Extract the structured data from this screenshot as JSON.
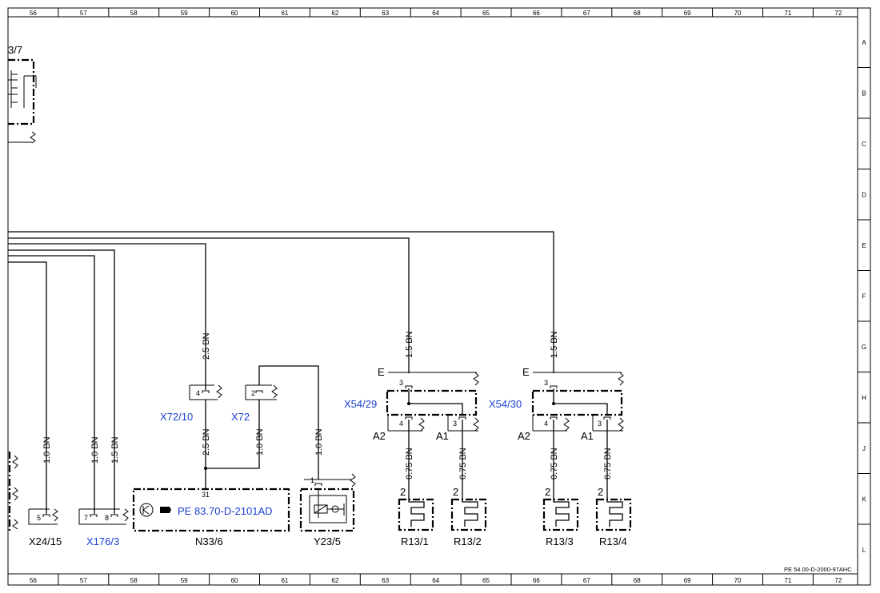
{
  "sheet_id": "PE 54.00-D-2000-97AHC",
  "columns": [
    "56",
    "57",
    "58",
    "59",
    "60",
    "61",
    "62",
    "63",
    "64",
    "65",
    "66",
    "67",
    "68",
    "69",
    "70",
    "71",
    "72"
  ],
  "rows": [
    "A",
    "B",
    "C",
    "D",
    "E",
    "F",
    "G",
    "H",
    "J",
    "K",
    "L"
  ],
  "top_left_ref": "3/7",
  "wire_labels": {
    "w_x72_10_top": "2.5 BN",
    "w_x72_10_bot": "2.5 BN",
    "w_x72_bot": "1.0 BN",
    "w_y23": "1.0 BN",
    "w_x24": "1.0 BN",
    "w_x176_7": "1.0 BN",
    "w_x176_8": "1.5 BN",
    "w_x54_29_top": "1.5 BN",
    "w_x54_30_top": "1.5 BN",
    "w_r13_1": "0.75 BN",
    "w_r13_2": "0.75 BN",
    "w_r13_3": "0.75 BN",
    "w_r13_4": "0.75 BN"
  },
  "components": {
    "x72_10": "X72/10",
    "x72": "X72",
    "x54_29": "X54/29",
    "x54_30": "X54/30",
    "x24_15": "X24/15",
    "x176_3": "X176/3",
    "n33_6": "N33/6",
    "n33_ref": "PE 83.70-D-2101AD",
    "y23_5": "Y23/5",
    "r13_1": "R13/1",
    "r13_2": "R13/2",
    "r13_3": "R13/3",
    "r13_4": "R13/4"
  },
  "pins": {
    "x72_10": "4",
    "x72": "2",
    "x54_29_in": "3",
    "x54_29_a": "4",
    "x54_29_b": "3",
    "x54_30_in": "3",
    "x54_30_a": "4",
    "x54_30_b": "3",
    "x24": "5",
    "x176_a": "7",
    "x176_b": "8",
    "n33": "31",
    "y23": "1",
    "r13_1": "2",
    "r13_2": "2",
    "r13_3": "2",
    "r13_4": "2"
  },
  "tags": {
    "e1": "E",
    "a2_1": "A2",
    "a1_1": "A1",
    "e2": "E",
    "a2_2": "A2",
    "a1_2": "A1"
  },
  "colors": {
    "label_blue": "#1a3fd1",
    "line": "#000000"
  }
}
